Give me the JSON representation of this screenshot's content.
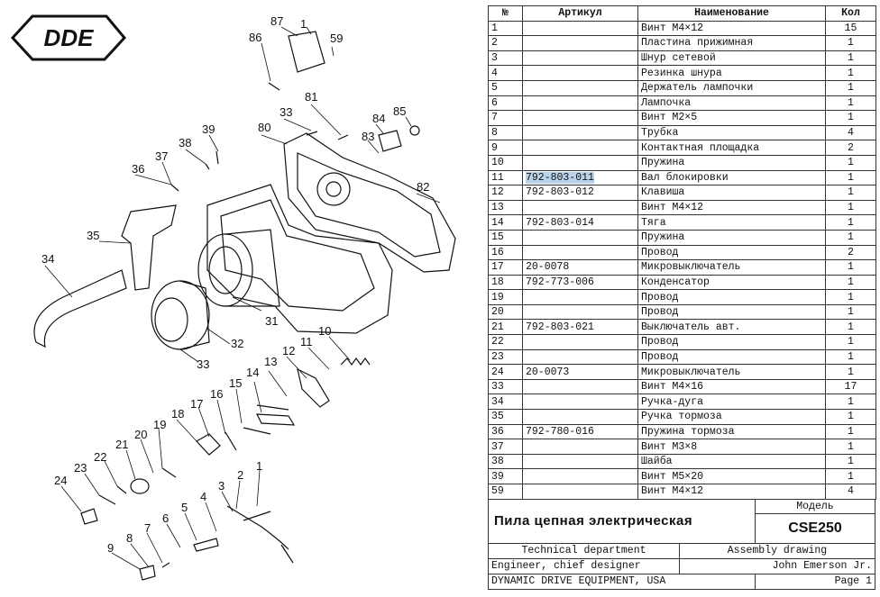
{
  "brand": {
    "logo_text": "DDE"
  },
  "table": {
    "headers": {
      "num": "№",
      "article": "Артикул",
      "name": "Наименование",
      "qty": "Кол"
    },
    "rows": [
      {
        "num": "1",
        "article": "",
        "name": "Винт М4×12",
        "qty": "15"
      },
      {
        "num": "2",
        "article": "",
        "name": "Пластина прижимная",
        "qty": "1"
      },
      {
        "num": "3",
        "article": "",
        "name": "Шнур сетевой",
        "qty": "1"
      },
      {
        "num": "4",
        "article": "",
        "name": "Резинка шнура",
        "qty": "1"
      },
      {
        "num": "5",
        "article": "",
        "name": "Держатель лампочки",
        "qty": "1"
      },
      {
        "num": "6",
        "article": "",
        "name": "Лампочка",
        "qty": "1"
      },
      {
        "num": "7",
        "article": "",
        "name": "Винт М2×5",
        "qty": "1"
      },
      {
        "num": "8",
        "article": "",
        "name": "Трубка",
        "qty": "4"
      },
      {
        "num": "9",
        "article": "",
        "name": "Контактная площадка",
        "qty": "2"
      },
      {
        "num": "10",
        "article": "",
        "name": "Пружина",
        "qty": "1"
      },
      {
        "num": "11",
        "article": "792-803-011",
        "name": "Вал блокировки",
        "qty": "1",
        "highlight": true
      },
      {
        "num": "12",
        "article": "792-803-012",
        "name": "Клавиша",
        "qty": "1"
      },
      {
        "num": "13",
        "article": "",
        "name": "Винт М4×12",
        "qty": "1"
      },
      {
        "num": "14",
        "article": "792-803-014",
        "name": "Тяга",
        "qty": "1"
      },
      {
        "num": "15",
        "article": "",
        "name": "Пружина",
        "qty": "1"
      },
      {
        "num": "16",
        "article": "",
        "name": "Провод",
        "qty": "2"
      },
      {
        "num": "17",
        "article": "20-0078",
        "name": "Микровыключатель",
        "qty": "1"
      },
      {
        "num": "18",
        "article": "792-773-006",
        "name": "Конденсатор",
        "qty": "1"
      },
      {
        "num": "19",
        "article": "",
        "name": "Провод",
        "qty": "1"
      },
      {
        "num": "20",
        "article": "",
        "name": "Провод",
        "qty": "1"
      },
      {
        "num": "21",
        "article": "792-803-021",
        "name": "Выключатель авт.",
        "qty": "1"
      },
      {
        "num": "22",
        "article": "",
        "name": "Провод",
        "qty": "1"
      },
      {
        "num": "23",
        "article": "",
        "name": "Провод",
        "qty": "1"
      },
      {
        "num": "24",
        "article": "20-0073",
        "name": "Микровыключатель",
        "qty": "1"
      },
      {
        "num": "33",
        "article": "",
        "name": "Винт М4×16",
        "qty": "17"
      },
      {
        "num": "34",
        "article": "",
        "name": "Ручка-дуга",
        "qty": "1"
      },
      {
        "num": "35",
        "article": "",
        "name": "Ручка тормоза",
        "qty": "1"
      },
      {
        "num": "36",
        "article": "792-780-016",
        "name": "Пружина тормоза",
        "qty": "1"
      },
      {
        "num": "37",
        "article": "",
        "name": "Винт М3×8",
        "qty": "1"
      },
      {
        "num": "38",
        "article": "",
        "name": "Шайба",
        "qty": "1"
      },
      {
        "num": "39",
        "article": "",
        "name": "Винт М5×20",
        "qty": "1"
      },
      {
        "num": "59",
        "article": "",
        "name": "Винт М4×12",
        "qty": "4"
      }
    ]
  },
  "title_block": {
    "product_title": "Пила цепная электрическая",
    "model_label": "Модель",
    "model_value": "CSE250",
    "department": "Technical department",
    "drawing_type": "Assembly drawing",
    "role": "Engineer, chief designer",
    "person": "John Emerson Jr.",
    "company": "DYNAMIC DRIVE EQUIPMENT, USA",
    "page": "Page 1"
  },
  "callouts": [
    "87",
    "1",
    "86",
    "59",
    "81",
    "33",
    "85",
    "84",
    "80",
    "83",
    "39",
    "38",
    "37",
    "36",
    "82",
    "35",
    "34",
    "31",
    "32",
    "33",
    "10",
    "11",
    "12",
    "13",
    "14",
    "15",
    "16",
    "17",
    "18",
    "19",
    "20",
    "21",
    "22",
    "23",
    "24",
    "1",
    "2",
    "3",
    "4",
    "5",
    "6",
    "7",
    "8",
    "9"
  ],
  "colors": {
    "line": "#111111",
    "highlight": "#b9d3ea"
  }
}
